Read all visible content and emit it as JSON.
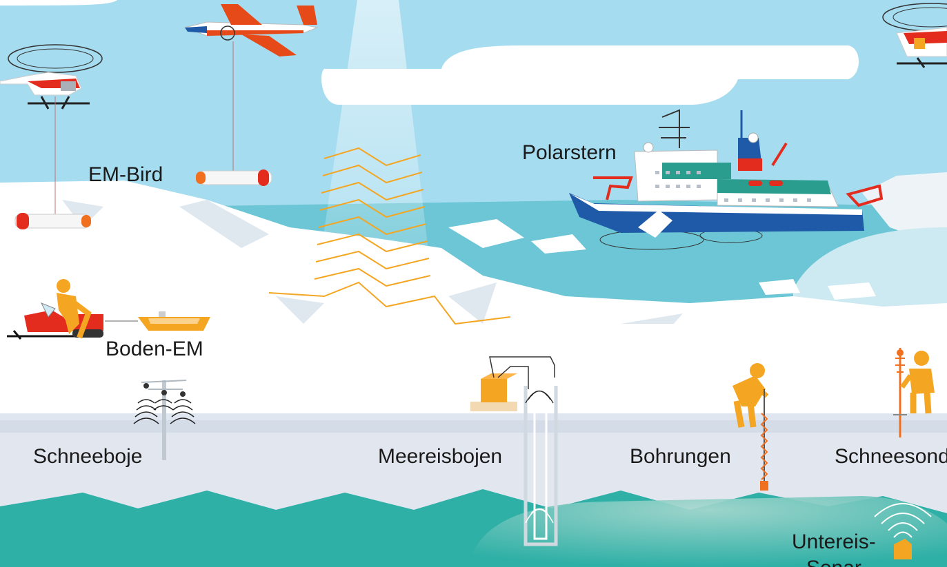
{
  "labels": {
    "em_bird": "EM-Bird",
    "polarstern": "Polarstern",
    "boden_em": "Boden-EM",
    "schneeboje": "Schneeboje",
    "meereisbojen": "Meereisbojen",
    "bohrungen": "Bohrungen",
    "schneesonde": "Schneesonde",
    "untereis_sonar_line1": "Untereis-",
    "untereis_sonar_line2": "Sonar"
  },
  "colors": {
    "sky": "#a6dcef",
    "ice": "#ffffff",
    "ice_shadow": "#e2e6ee",
    "ocean": "#6cc6d6",
    "deep_water": "#2fb0a6",
    "accent_orange": "#f4a623",
    "accent_red": "#e32b1e",
    "ship_blue": "#1f5aa8",
    "ship_teal": "#2a9d8f"
  },
  "icons": [
    "helicopter-icon",
    "airplane-icon",
    "em-bird-sensor-icon",
    "ship-icon",
    "snowmobile-icon",
    "sled-icon",
    "snow-buoy-icon",
    "ice-buoy-icon",
    "driller-person-icon",
    "snow-probe-person-icon",
    "sonar-device-icon",
    "satellite-beam-icon"
  ]
}
